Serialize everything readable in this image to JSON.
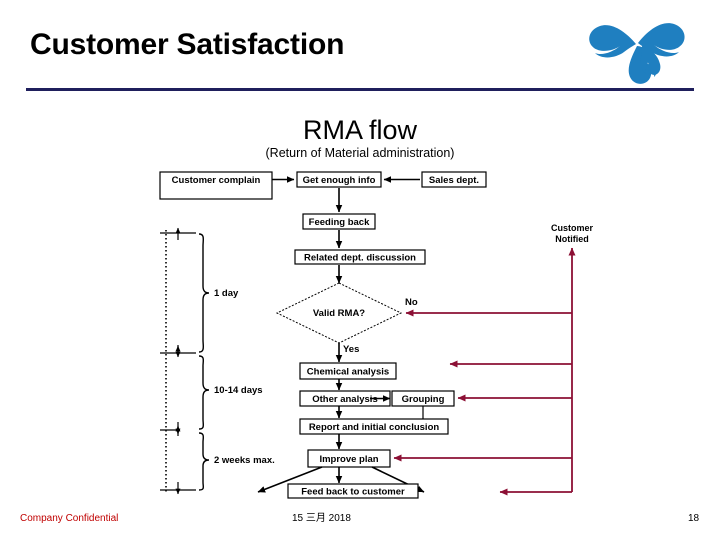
{
  "slide": {
    "title": "Customer Satisfaction",
    "rule_color": "#1f1f5c",
    "logo_name": "company-trefoil-logo",
    "logo_color": "#1f7fc0"
  },
  "diagram": {
    "title": "RMA flow",
    "subtitle": "(Return of Material administration)",
    "accent_color": "#8c1035",
    "line_color": "#000000",
    "nodes": {
      "customer_complain": "Customer complain",
      "get_enough_info": "Get enough info",
      "sales_dept": "Sales dept.",
      "feeding_back": "Feeding back",
      "related_dept_discussion": "Related dept. discussion",
      "valid_rma": "Valid RMA?",
      "chemical_analysis": "Chemical analysis",
      "other_analysis": "Other analysis",
      "grouping": "Grouping",
      "report_and_initial_conclusion": "Report  and initial conclusion",
      "improve_plan": "Improve plan",
      "feed_back_to_customer": "Feed back to customer"
    },
    "edge_labels": {
      "no": "No",
      "yes": "Yes",
      "customer_notified_line1": "Customer",
      "customer_notified_line2": "Notified"
    },
    "timeline_labels": [
      "1 day",
      "10-14 days",
      "2 weeks max."
    ]
  },
  "footer": {
    "confidential": "Company Confidential",
    "confidential_color": "#c00000",
    "date": "15 三月 2018",
    "page_number": "18"
  }
}
